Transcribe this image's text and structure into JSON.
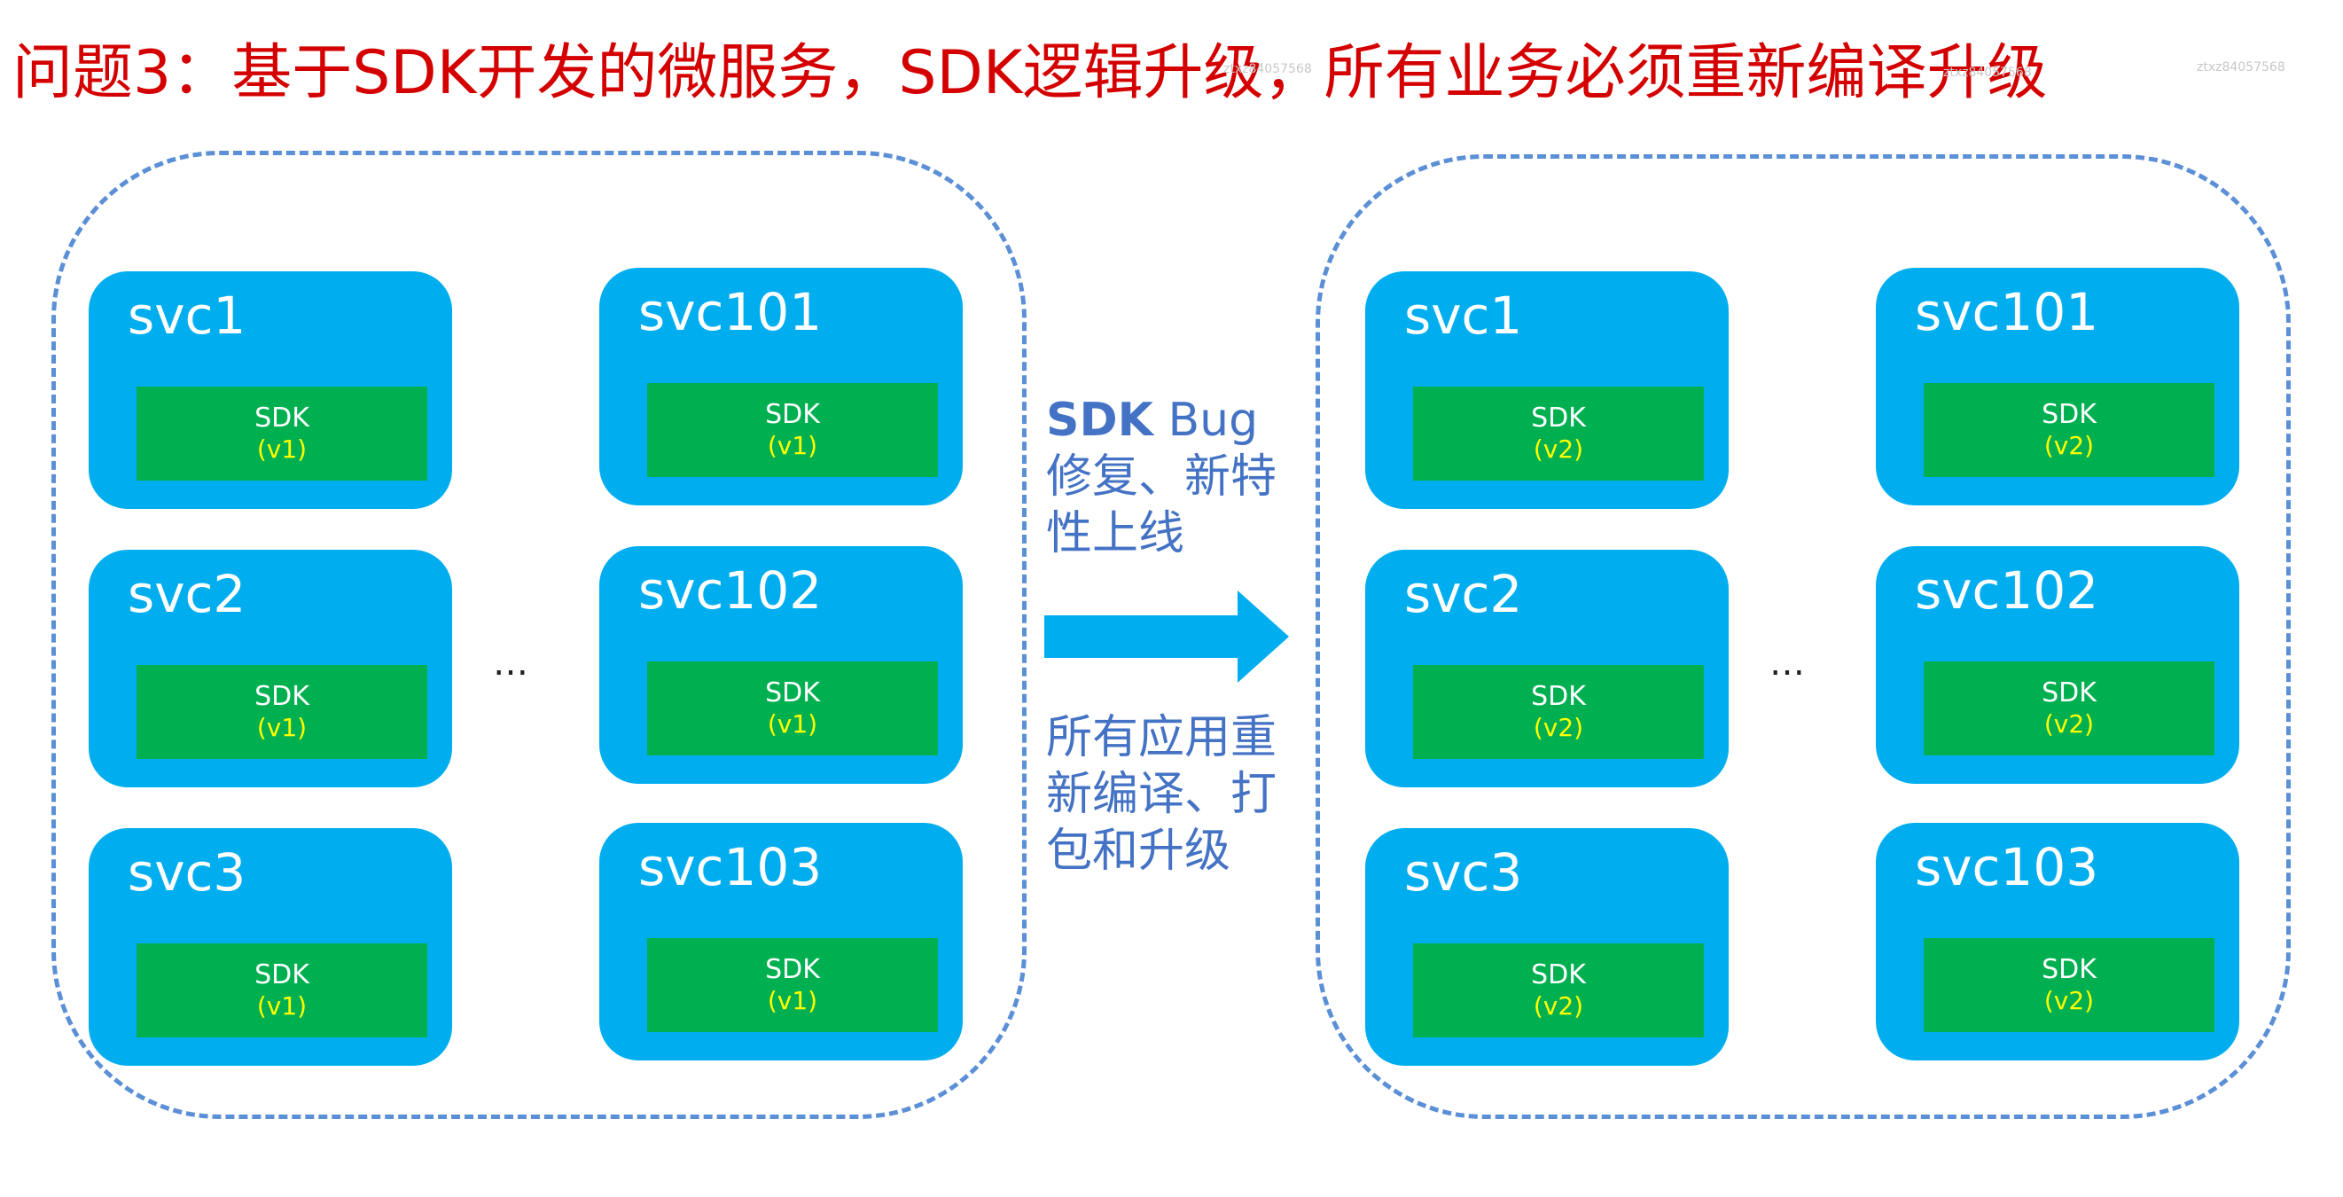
{
  "title": "问题3：基于SDK开发的微服务，SDK逻辑升级，所有业务必须重新编译升级",
  "watermark": "ztxz84057568",
  "middle": {
    "bug_label": "SDK",
    "bug_label_tail": " Bug",
    "bug_line2": "修复、新特",
    "bug_line3": "性上线",
    "action_line1": "所有应用重",
    "action_line2": "新编译、打",
    "action_line3": "包和升级"
  },
  "ellipsis": "…",
  "left_group": {
    "services": [
      {
        "name": "svc1",
        "sdk": "SDK",
        "version": "(v1)"
      },
      {
        "name": "svc2",
        "sdk": "SDK",
        "version": "(v1)"
      },
      {
        "name": "svc3",
        "sdk": "SDK",
        "version": "(v1)"
      },
      {
        "name": "svc101",
        "sdk": "SDK",
        "version": "(v1)"
      },
      {
        "name": "svc102",
        "sdk": "SDK",
        "version": "(v1)"
      },
      {
        "name": "svc103",
        "sdk": "SDK",
        "version": "(v1)"
      }
    ]
  },
  "right_group": {
    "services": [
      {
        "name": "svc1",
        "sdk": "SDK",
        "version": "(v2)"
      },
      {
        "name": "svc2",
        "sdk": "SDK",
        "version": "(v2)"
      },
      {
        "name": "svc3",
        "sdk": "SDK",
        "version": "(v2)"
      },
      {
        "name": "svc101",
        "sdk": "SDK",
        "version": "(v2)"
      },
      {
        "name": "svc102",
        "sdk": "SDK",
        "version": "(v2)"
      },
      {
        "name": "svc103",
        "sdk": "SDK",
        "version": "(v2)"
      }
    ]
  },
  "colors": {
    "title": "#d40000",
    "service_box": "#00aeef",
    "sdk_box": "#00b050",
    "version_text": "#ffff00",
    "dashed_border": "#5b8fd6",
    "middle_text": "#4472c4",
    "arrow": "#00aeef"
  }
}
